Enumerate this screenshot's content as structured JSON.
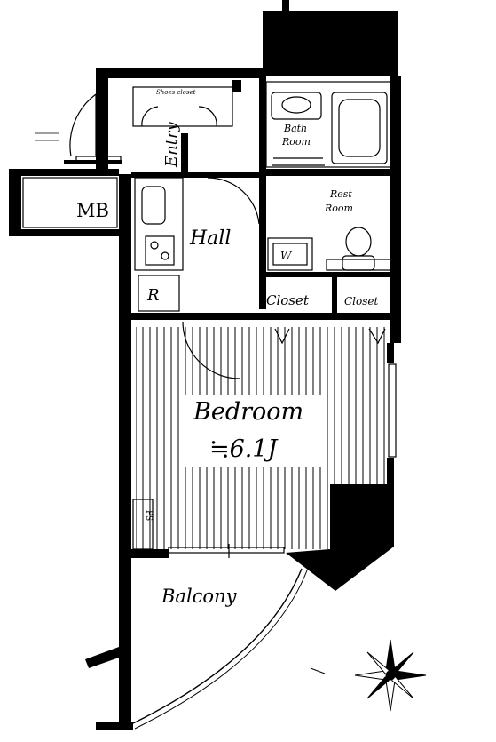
{
  "rooms": {
    "bedroom": "Bedroom",
    "bedroom_size": "≒6.1J",
    "hall": "Hall",
    "entry": "Entry",
    "bath": [
      "Bath",
      "Room"
    ],
    "rest": [
      "Rest",
      "Room"
    ],
    "closet_left": "Closet",
    "closet_right": "Closet",
    "mb": "MB",
    "balcony": "Balcony",
    "r": "R",
    "w": "W",
    "shoes_closet": "Shoes closet",
    "ps": "PS"
  }
}
